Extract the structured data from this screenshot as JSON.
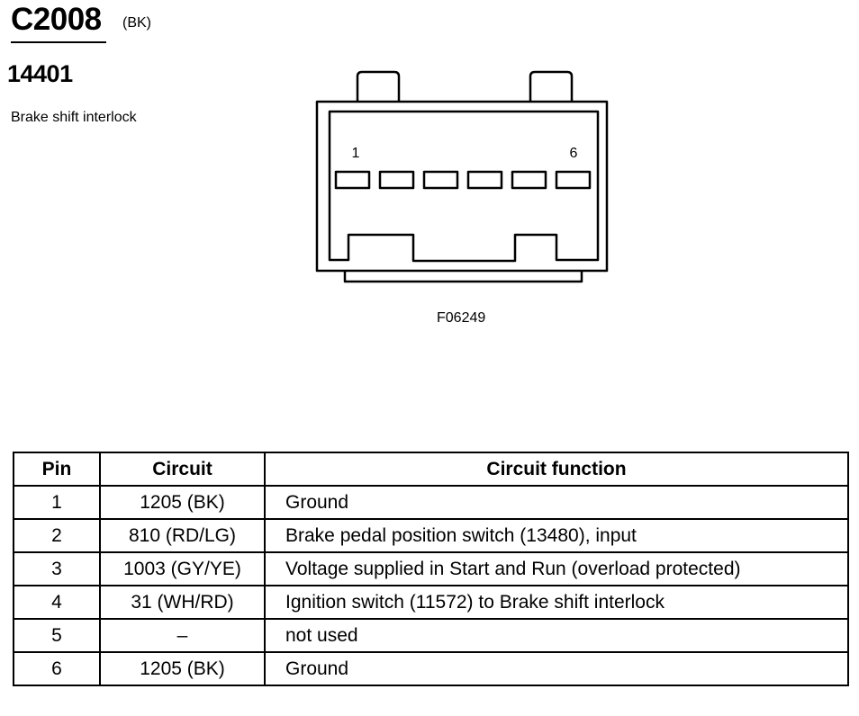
{
  "connector": {
    "id": "C2008",
    "color_code": "(BK)",
    "part_number": "14401",
    "description": "Brake shift interlock",
    "figure_id": "F06249",
    "pin_first_label": "1",
    "pin_last_label": "6"
  },
  "table": {
    "headers": {
      "pin": "Pin",
      "circuit": "Circuit",
      "function": "Circuit function"
    },
    "rows": [
      {
        "pin": "1",
        "circuit": "1205 (BK)",
        "function": "Ground"
      },
      {
        "pin": "2",
        "circuit": "810 (RD/LG)",
        "function": "Brake pedal position switch (13480), input"
      },
      {
        "pin": "3",
        "circuit": "1003 (GY/YE)",
        "function": "Voltage supplied in Start and Run (overload protected)"
      },
      {
        "pin": "4",
        "circuit": "31 (WH/RD)",
        "function": "Ignition switch (11572) to Brake shift interlock"
      },
      {
        "pin": "5",
        "circuit": "–",
        "function": "not used"
      },
      {
        "pin": "6",
        "circuit": "1205 (BK)",
        "function": "Ground"
      }
    ]
  }
}
